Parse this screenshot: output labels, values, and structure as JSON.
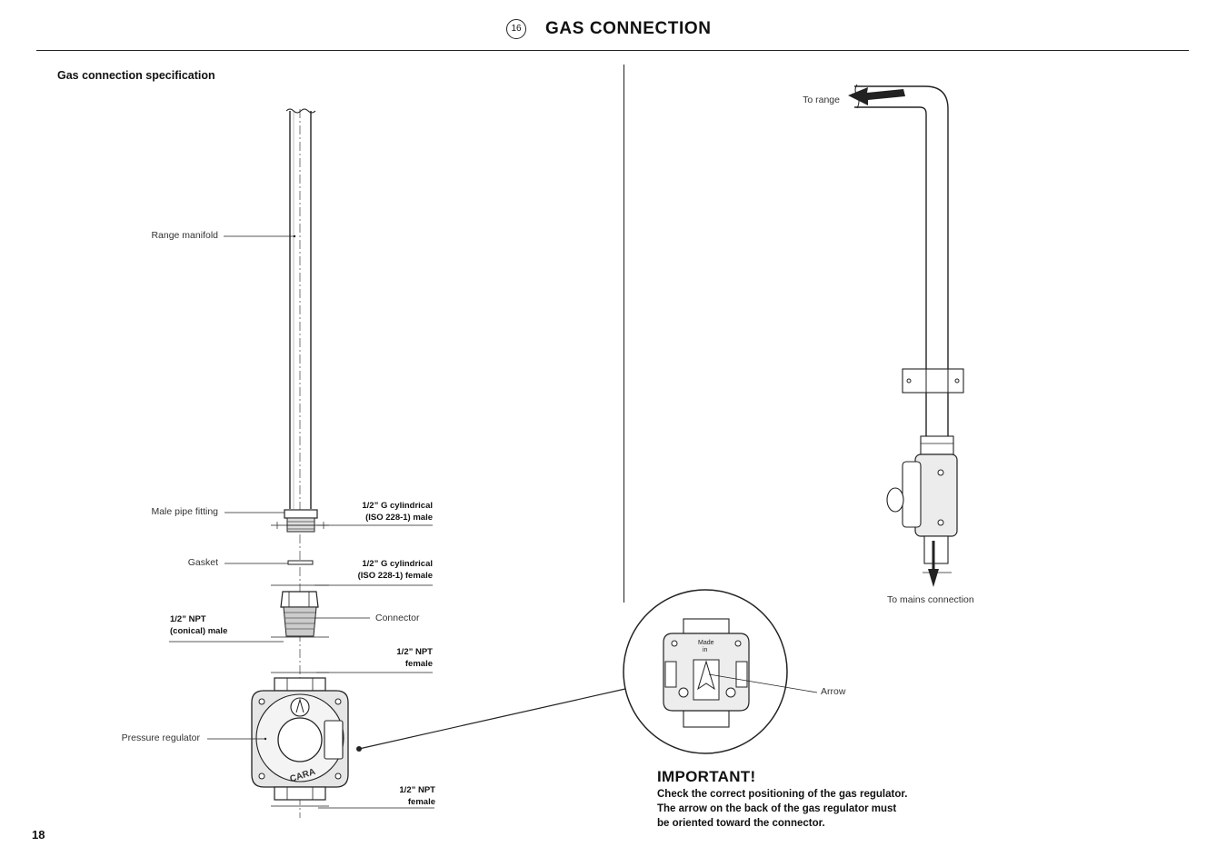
{
  "header": {
    "section_number": "16",
    "title": "GAS CONNECTION"
  },
  "left_panel": {
    "heading": "Gas connection specification",
    "labels": {
      "range_manifold": "Range manifold",
      "male_pipe_fitting": "Male pipe fitting",
      "gasket": "Gasket",
      "connector": "Connector",
      "pressure_regulator": "Pressure regulator"
    },
    "specs": {
      "cylindrical_male_line1": "1/2” G cylindrical",
      "cylindrical_male_line2": "(ISO 228-1) male",
      "cylindrical_female_line1": "1/2” G cylindrical",
      "cylindrical_female_line2": "(ISO 228-1) female",
      "npt_conical_male_line1": "1/2” NPT",
      "npt_conical_male_line2": "(conical) male",
      "npt_female_1_line1": "1/2” NPT",
      "npt_female_1_line2": "female",
      "npt_female_2_line1": "1/2” NPT",
      "npt_female_2_line2": "female"
    },
    "regulator_brand": "CARA"
  },
  "right_panel": {
    "labels": {
      "to_range": "To range",
      "to_mains": "To mains connection",
      "arrow": "Arrow"
    },
    "detail_text": {
      "made": "Made",
      "in": "in"
    }
  },
  "important": {
    "title": "IMPORTANT!",
    "line1": "Check the correct positioning of the gas regulator.",
    "line2": "The arrow on the back of the gas regulator must",
    "line3": "be oriented toward the connector."
  },
  "footer": {
    "page_number": "18"
  }
}
